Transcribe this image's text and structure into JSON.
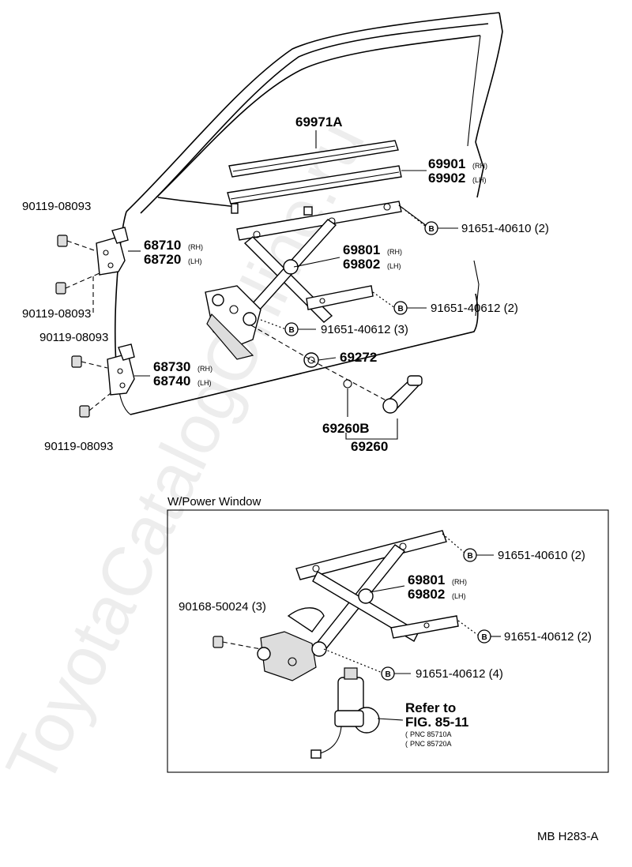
{
  "watermark": "ToyotaCatalogOnline.ru",
  "labels": {
    "p69971a": "69971A",
    "p69901": "69901",
    "p69901_side": "(RH)",
    "p69902": "69902",
    "p69902_side": "(LH)",
    "p91651_40610_top": "91651-40610 (2)",
    "p68710": "68710",
    "p68710_side": "(RH)",
    "p68720": "68720",
    "p68720_side": "(LH)",
    "p90119_a": "90119-08093",
    "p90119_b": "90119-08093",
    "p90119_c": "90119-08093",
    "p90119_d": "90119-08093",
    "p69801": "69801",
    "p69801_side": "(RH)",
    "p69802": "69802",
    "p69802_side": "(LH)",
    "p91651_40612_2": "91651-40612 (2)",
    "p91651_40612_3": "91651-40612 (3)",
    "p69272": "69272",
    "p68730": "68730",
    "p68730_side": "(RH)",
    "p68740": "68740",
    "p68740_side": "(LH)",
    "p69260b": "69260B",
    "p69260": "69260",
    "b_marker": "B"
  },
  "power_window": {
    "title": "W/Power Window",
    "p91651_40610": "91651-40610 (2)",
    "p69801": "69801",
    "p69801_side": "(RH)",
    "p69802": "69802",
    "p69802_side": "(LH)",
    "p90168": "90168-50024 (3)",
    "p91651_40612_2": "91651-40612 (2)",
    "p91651_40612_4": "91651-40612 (4)",
    "refer_line1": "Refer to",
    "refer_line2": "FIG. 85-11",
    "refer_pnc1": "PNC 85710A",
    "refer_pnc2": "PNC 85720A"
  },
  "footer_code": "MB H283-A"
}
